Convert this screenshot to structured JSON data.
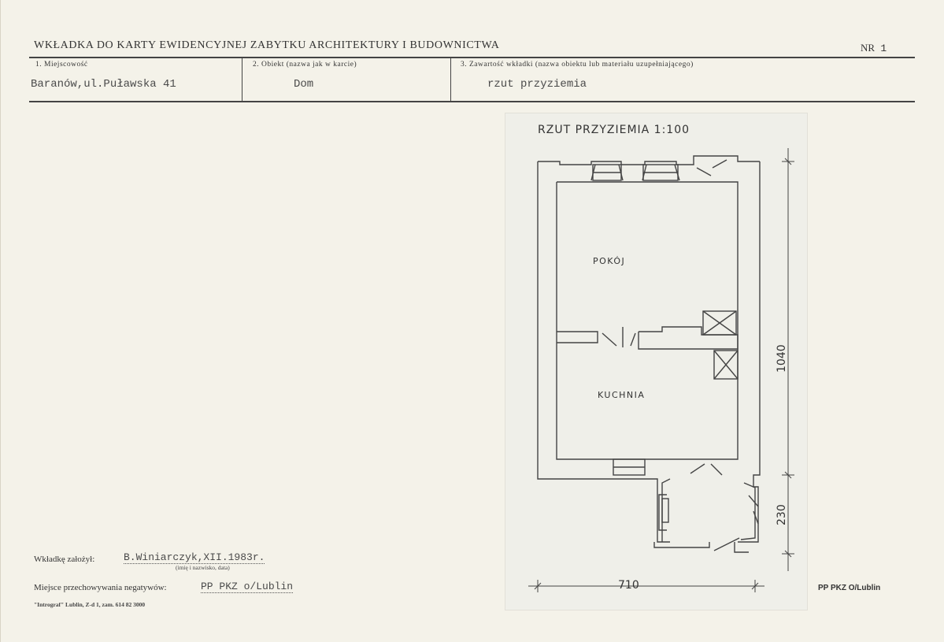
{
  "header": {
    "title": "WKŁADKA DO KARTY EWIDENCYJNEJ ZABYTKU ARCHITEKTURY I BUDOWNICTWA",
    "nr_label": "NR",
    "nr_value": "1"
  },
  "fields": {
    "f1_label": "1. Miejscowość",
    "f1_value": "Baranów,ul.Puławska 41",
    "f2_label": "2. Obiekt (nazwa jak w karcie)",
    "f2_value": "Dom",
    "f3_label": "3. Zawartość wkładki (nazwa obiektu lub materiału uzupełniającego)",
    "f3_value": "rzut przyziemia"
  },
  "plan": {
    "title": "RZUT PRZYZIEMIA   1:100",
    "room_1": "POKÓJ",
    "room_2": "KUCHNIA",
    "dim_height_main": "1040",
    "dim_height_porch": "230",
    "dim_width": "710"
  },
  "footer": {
    "founded_label": "Wkładkę założył:",
    "founded_value": "B.Winiarczyk,XII.1983r.",
    "founded_hint": "(imię i nazwisko, data)",
    "storage_label": "Miejsce przechowywania negatywów:",
    "storage_value": "PP PKZ o/Lublin",
    "printer": "\"Intrograf\" Lublin, Z-d 1, zam. 614 82 3000",
    "stamp": "PP PKZ O/Lublin"
  }
}
